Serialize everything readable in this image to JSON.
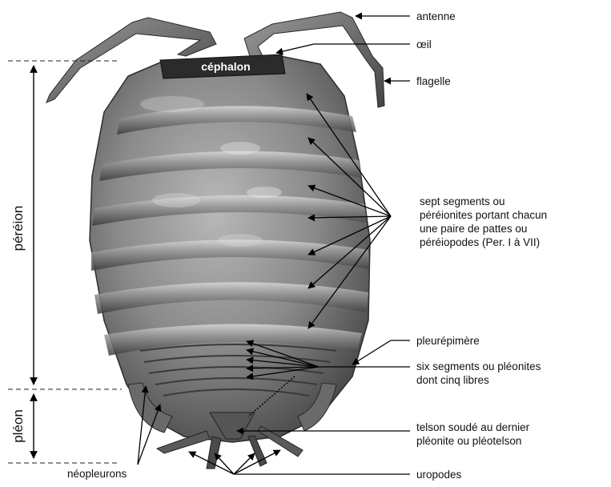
{
  "figure": {
    "title": "",
    "labels": {
      "antenne": "antenne",
      "oeil": "œil",
      "flagelle": "flagelle",
      "cephalon": "céphalon",
      "segments": [
        "sept segments ou",
        "péréionites portant chacun",
        "une paire de pattes ou",
        "péréiopodes (Per. I à VII)"
      ],
      "pleurepimere": "pleurépimère",
      "pleonites": [
        "six segments ou pléonites",
        "dont cinq libres"
      ],
      "telson": [
        "telson soudé au dernier",
        "pléonite ou pléotelson"
      ],
      "uropodes": "uropodes",
      "neopleurons": "néopleurons",
      "pereion": "péréion",
      "pleon": "pléon"
    }
  }
}
